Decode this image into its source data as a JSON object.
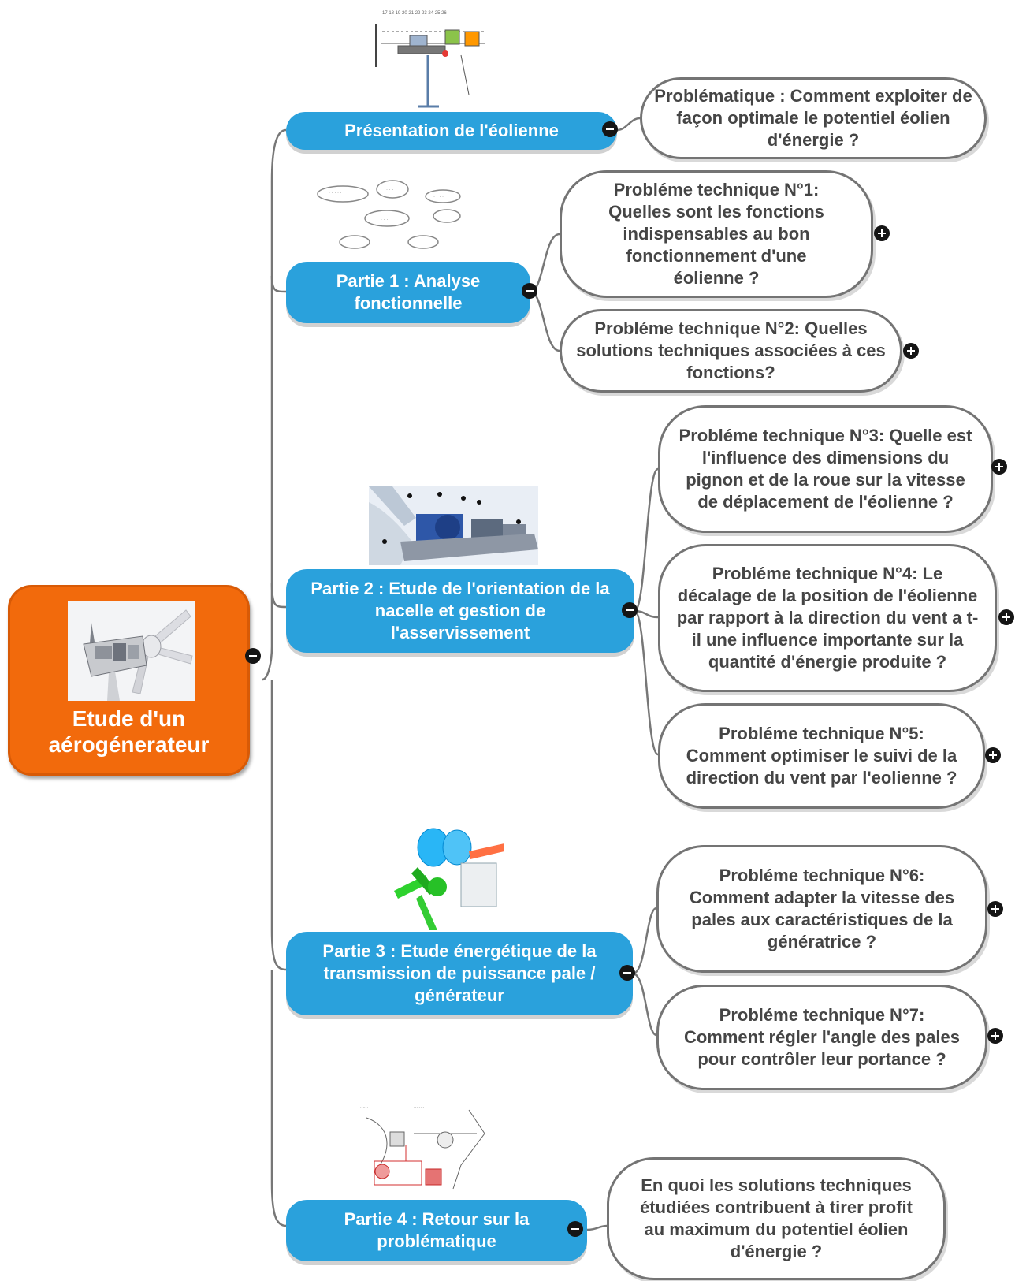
{
  "root": {
    "label": "Etude d'un aérogénerateur",
    "image": "wind-turbine-nacelle-cutaway",
    "color": "#f26a0c"
  },
  "colors": {
    "topic": "#2aa1dc",
    "subtopic_border": "#747474",
    "connector": "#777777"
  },
  "topics": [
    {
      "label": "Présentation de l'éolienne",
      "image": "wind-turbine-schematic-diagram",
      "subtopics": [
        {
          "label": "Problématique : Comment exploiter de façon optimale le potentiel éolien d'énergie ?",
          "expanded": true
        }
      ]
    },
    {
      "label": "Partie 1 : Analyse fonctionnelle",
      "image": "functional-analysis-bubble-diagram",
      "subtopics": [
        {
          "label": "Probléme technique N°1: Quelles sont les fonctions indispensables au bon fonctionnement d'une éolienne ?",
          "expanded": false
        },
        {
          "label": "Probléme technique N°2: Quelles solutions techniques associées à ces fonctions?",
          "expanded": false
        }
      ]
    },
    {
      "label": "Partie 2 : Etude de l'orientation de la nacelle et gestion de l'asservissement",
      "image": "nacelle-gearbox-render",
      "subtopics": [
        {
          "label": "Probléme technique N°3: Quelle est l'influence des dimensions du pignon et de la roue sur la vitesse de déplacement de l'éolienne ?",
          "expanded": false
        },
        {
          "label": "Probléme technique N°4: Le décalage de la position de l'éolienne par rapport à la direction du vent a t-il une influence importante sur la quantité d'énergie produite ?",
          "expanded": false
        },
        {
          "label": "Probléme technique N°5: Comment optimiser le suivi de la direction du vent par l'eolienne ?",
          "expanded": false
        }
      ]
    },
    {
      "label": "Partie 3 : Etude énergétique de la transmission de puissance pale / générateur",
      "image": "blade-pitch-mechanism-3d",
      "subtopics": [
        {
          "label": "Probléme technique N°6: Comment adapter la vitesse des pales aux caractéristiques de la génératrice ?",
          "expanded": false
        },
        {
          "label": "Probléme technique N°7: Comment régler l'angle des pales pour contrôler leur portance ?",
          "expanded": false
        }
      ]
    },
    {
      "label": "Partie 4 : Retour sur la problématique",
      "image": "hydraulic-pitch-system-diagram",
      "subtopics": [
        {
          "label": "En quoi les solutions techniques étudiées contribuent à tirer profit au maximum du potentiel éolien d'énergie ?",
          "expanded": true
        }
      ]
    }
  ]
}
